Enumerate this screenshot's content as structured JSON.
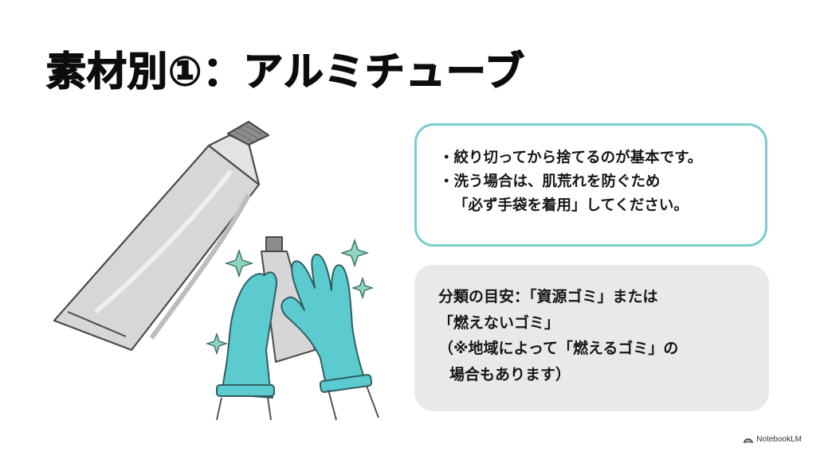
{
  "slide": {
    "title": "素材別①：アルミチューブ"
  },
  "tips_box": {
    "border_color": "#7ccdd0",
    "lines": [
      "・絞り切ってから捨てるのが基本です。",
      "・洗う場合は、肌荒れを防ぐため",
      "「必ず手袋を着用」してください。"
    ]
  },
  "classification_box": {
    "background_color": "#e9e9e9",
    "lines": [
      "分類の目安：「資源ゴミ」または",
      "「燃えないゴミ」",
      "（※地域によって「燃えるゴミ」の",
      "場合もあります）"
    ]
  },
  "illustration": {
    "description": "aluminum tube and teal-gloved hands holding small tube with sparkles",
    "glove_color": "#5ccbd0",
    "tube_color": "#d6d6d6",
    "sparkle_color": "#8fd3c1"
  },
  "footer": {
    "brand_icon": "notebooklm-logo-icon",
    "brand_label": "NotebookLM"
  }
}
